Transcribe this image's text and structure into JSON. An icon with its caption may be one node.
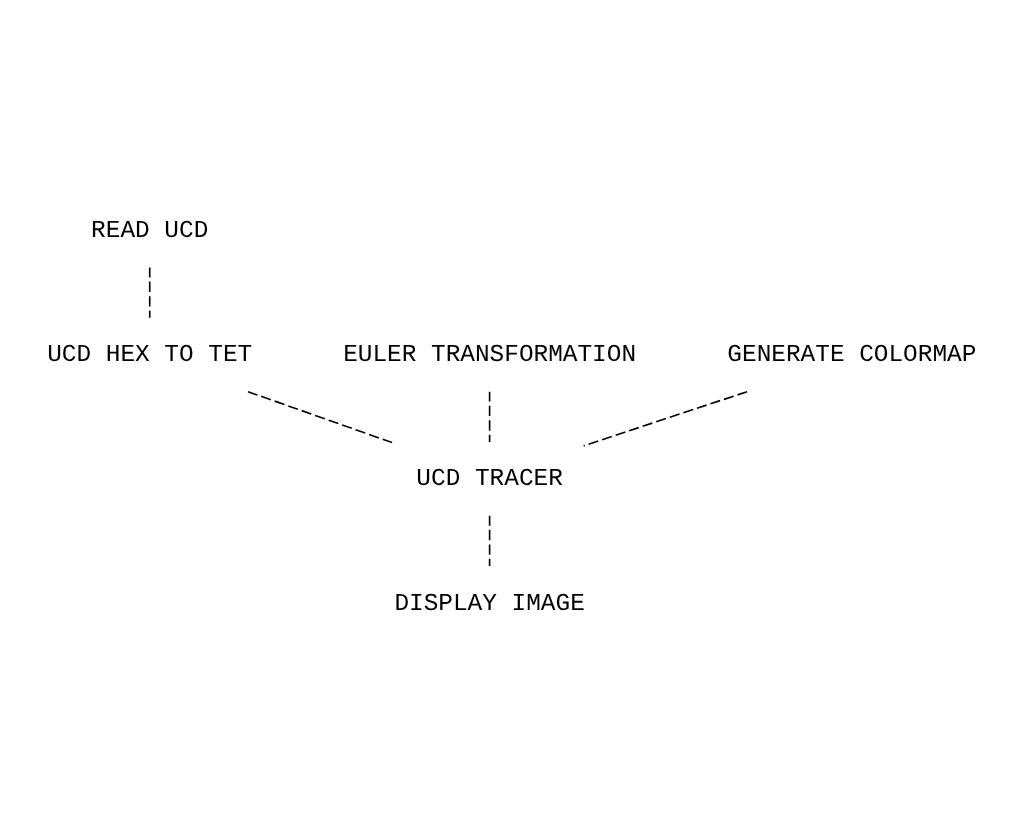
{
  "diagram": {
    "nodes": [
      {
        "text": [
          "READ UCD"
        ]
      },
      {
        "text": [
          "UCD HEX TO TET"
        ]
      },
      {
        "text": [
          "EULER TRANSFORMATION"
        ]
      },
      {
        "text": [
          "GENERATE COLORMAP"
        ]
      },
      {
        "text": [
          "UCD TRACER"
        ]
      },
      {
        "text": [
          "DISPLAY IMAGE"
        ]
      }
    ],
    "edges": [
      {
        "from": 0,
        "to": 1,
        "arrow": "none"
      },
      {
        "from": 2,
        "to": 4,
        "arrow": "none"
      },
      {
        "from": 3,
        "to": 4,
        "arrow": "none"
      },
      {
        "from": 1,
        "to": 4,
        "arrow": "none"
      },
      {
        "from": 4,
        "to": 5,
        "arrow": "none"
      }
    ]
  }
}
